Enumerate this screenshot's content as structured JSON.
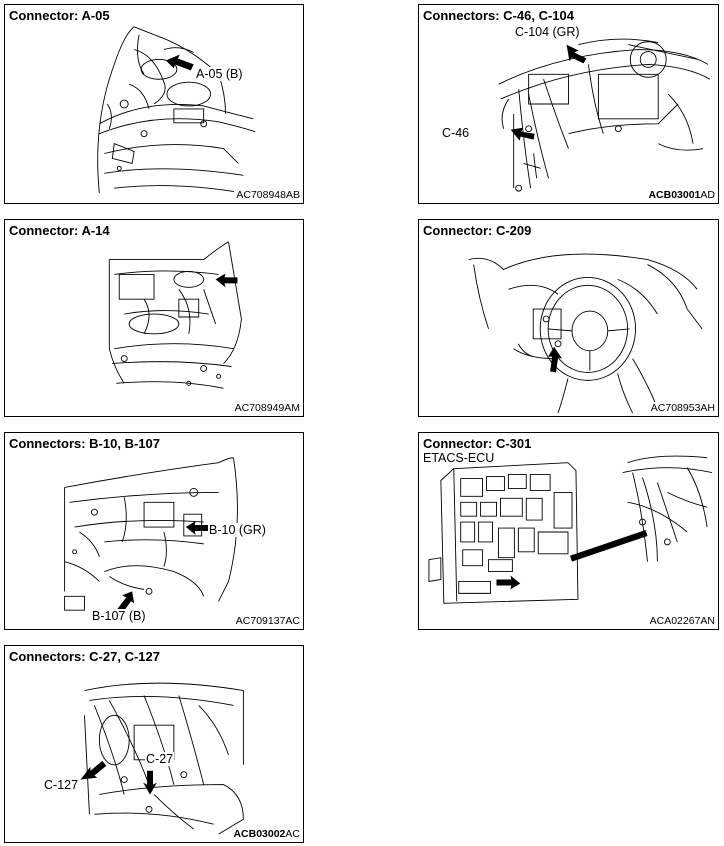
{
  "panels": {
    "a05": {
      "title": "Connector: A-05",
      "label": "A-05 (B)",
      "code": "AC708948AB"
    },
    "c46": {
      "title": "Connectors: C-46, C-104",
      "label_c104": "C-104 (GR)",
      "label_c46": "C-46",
      "code_bold": "ACB03001",
      "code_rest": "AD"
    },
    "a14": {
      "title": "Connector: A-14",
      "code": "AC708949AM"
    },
    "c209": {
      "title": "Connector: C-209",
      "code": "AC708953AH"
    },
    "b10": {
      "title": "Connectors: B-10, B-107",
      "label_b10": "B-10 (GR)",
      "label_b107": "B-107 (B)",
      "code": "AC709137AC"
    },
    "c301": {
      "title": "Connector: C-301",
      "subtitle": "ETACS-ECU",
      "code": "ACA02267AN"
    },
    "c27": {
      "title": "Connectors: C-27,  C-127",
      "label_c27": "C-27",
      "label_c127": "C-127",
      "code_bold": "ACB03002",
      "code_rest": "AC"
    }
  }
}
